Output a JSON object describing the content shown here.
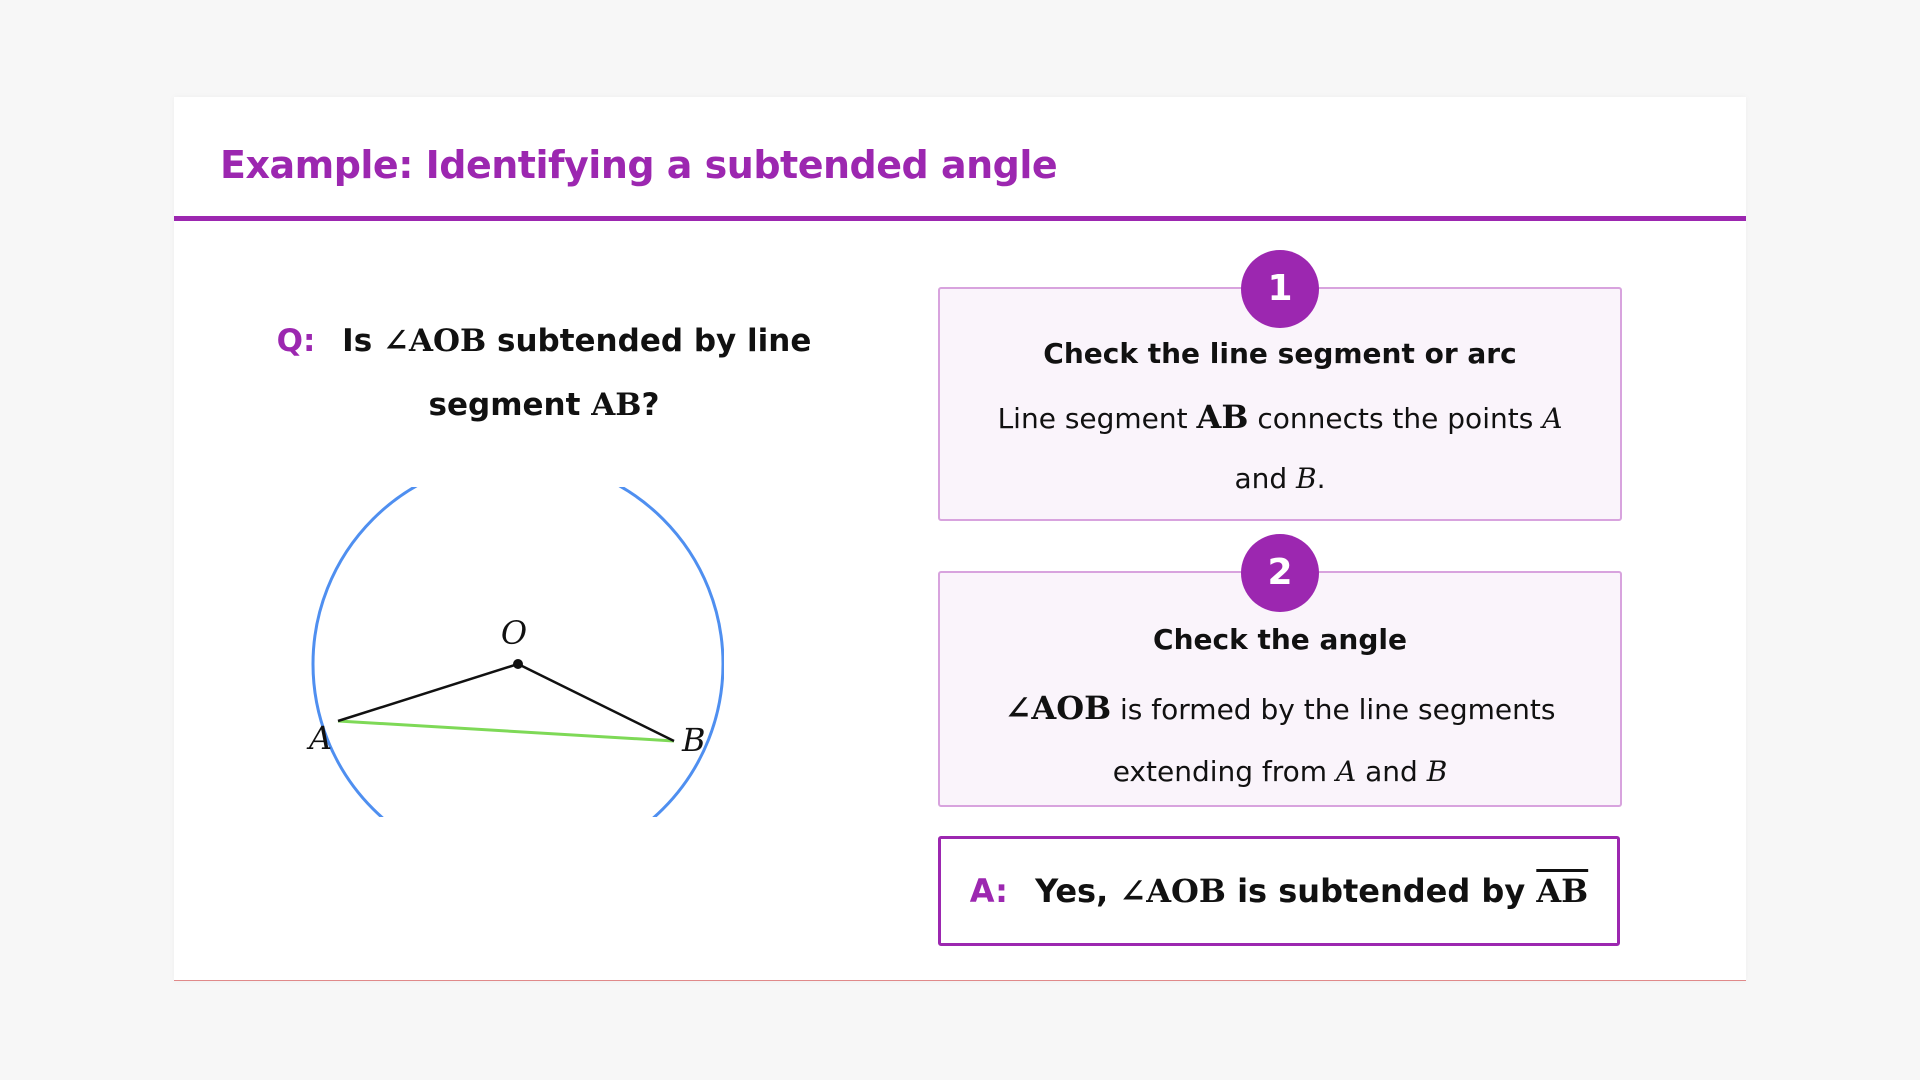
{
  "title": "Example: Identifying a subtended angle",
  "question": {
    "label": "Q:",
    "text_1": "Is",
    "angle": "∠AOB",
    "text_2": "subtended by line segment",
    "segment": "AB",
    "text_3": "?"
  },
  "diagram": {
    "center_label": "O",
    "point_a_label": "A",
    "point_b_label": "B",
    "circle_color": "#4f8ff0",
    "chord_color": "#7ed957",
    "radius_color": "#111111"
  },
  "steps": [
    {
      "number": "1",
      "heading": "Check the line segment or arc",
      "text_1": "Line segment",
      "segment": "AB",
      "text_2": "connects the points",
      "point_a": "A",
      "text_3": "and",
      "point_b": "B",
      "text_4": "."
    },
    {
      "number": "2",
      "heading": "Check the angle",
      "angle": "∠AOB",
      "text_1": "is formed by the line segments extending from",
      "point_a": "A",
      "text_2": "and",
      "point_b": "B"
    }
  ],
  "answer": {
    "label": "A:",
    "text_1": "Yes,",
    "angle": "∠AOB",
    "text_2": "is subtended by",
    "segment": "AB"
  },
  "colors": {
    "accent": "#9c27b0",
    "step_background": "#faf4fb",
    "step_border": "#d8a3de"
  }
}
